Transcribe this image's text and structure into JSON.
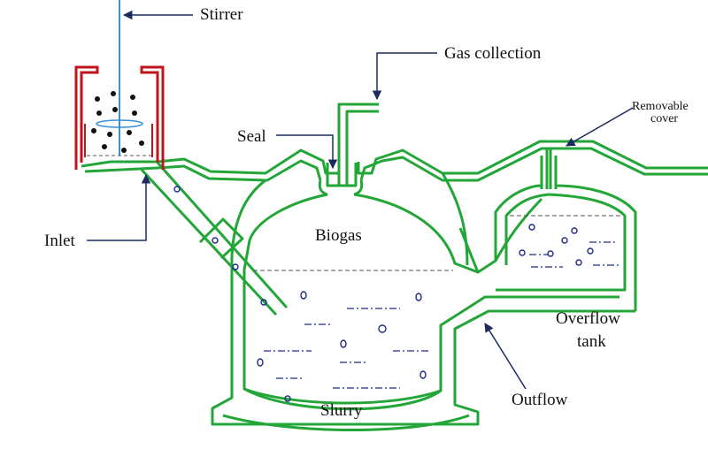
{
  "labels": {
    "stirrer": "Stirrer",
    "gas_collection": "Gas collection",
    "removable_cover_line1": "Removable",
    "removable_cover_line2": "cover",
    "seal": "Seal",
    "inlet": "Inlet",
    "biogas": "Biogas",
    "slurry": "Slurry",
    "overflow_tank_line1": "Overflow",
    "overflow_tank_line2": "tank",
    "outflow": "Outflow"
  },
  "colors": {
    "digester_wall": "#23a638",
    "inlet_funnel": "#c0141c",
    "stirrer_shaft": "#3b8fd6",
    "pointer_arrow": "#1c2a5e",
    "slurry_dots": "#1f2a8a",
    "feed_particles": "#111111",
    "level_line": "#555555"
  }
}
